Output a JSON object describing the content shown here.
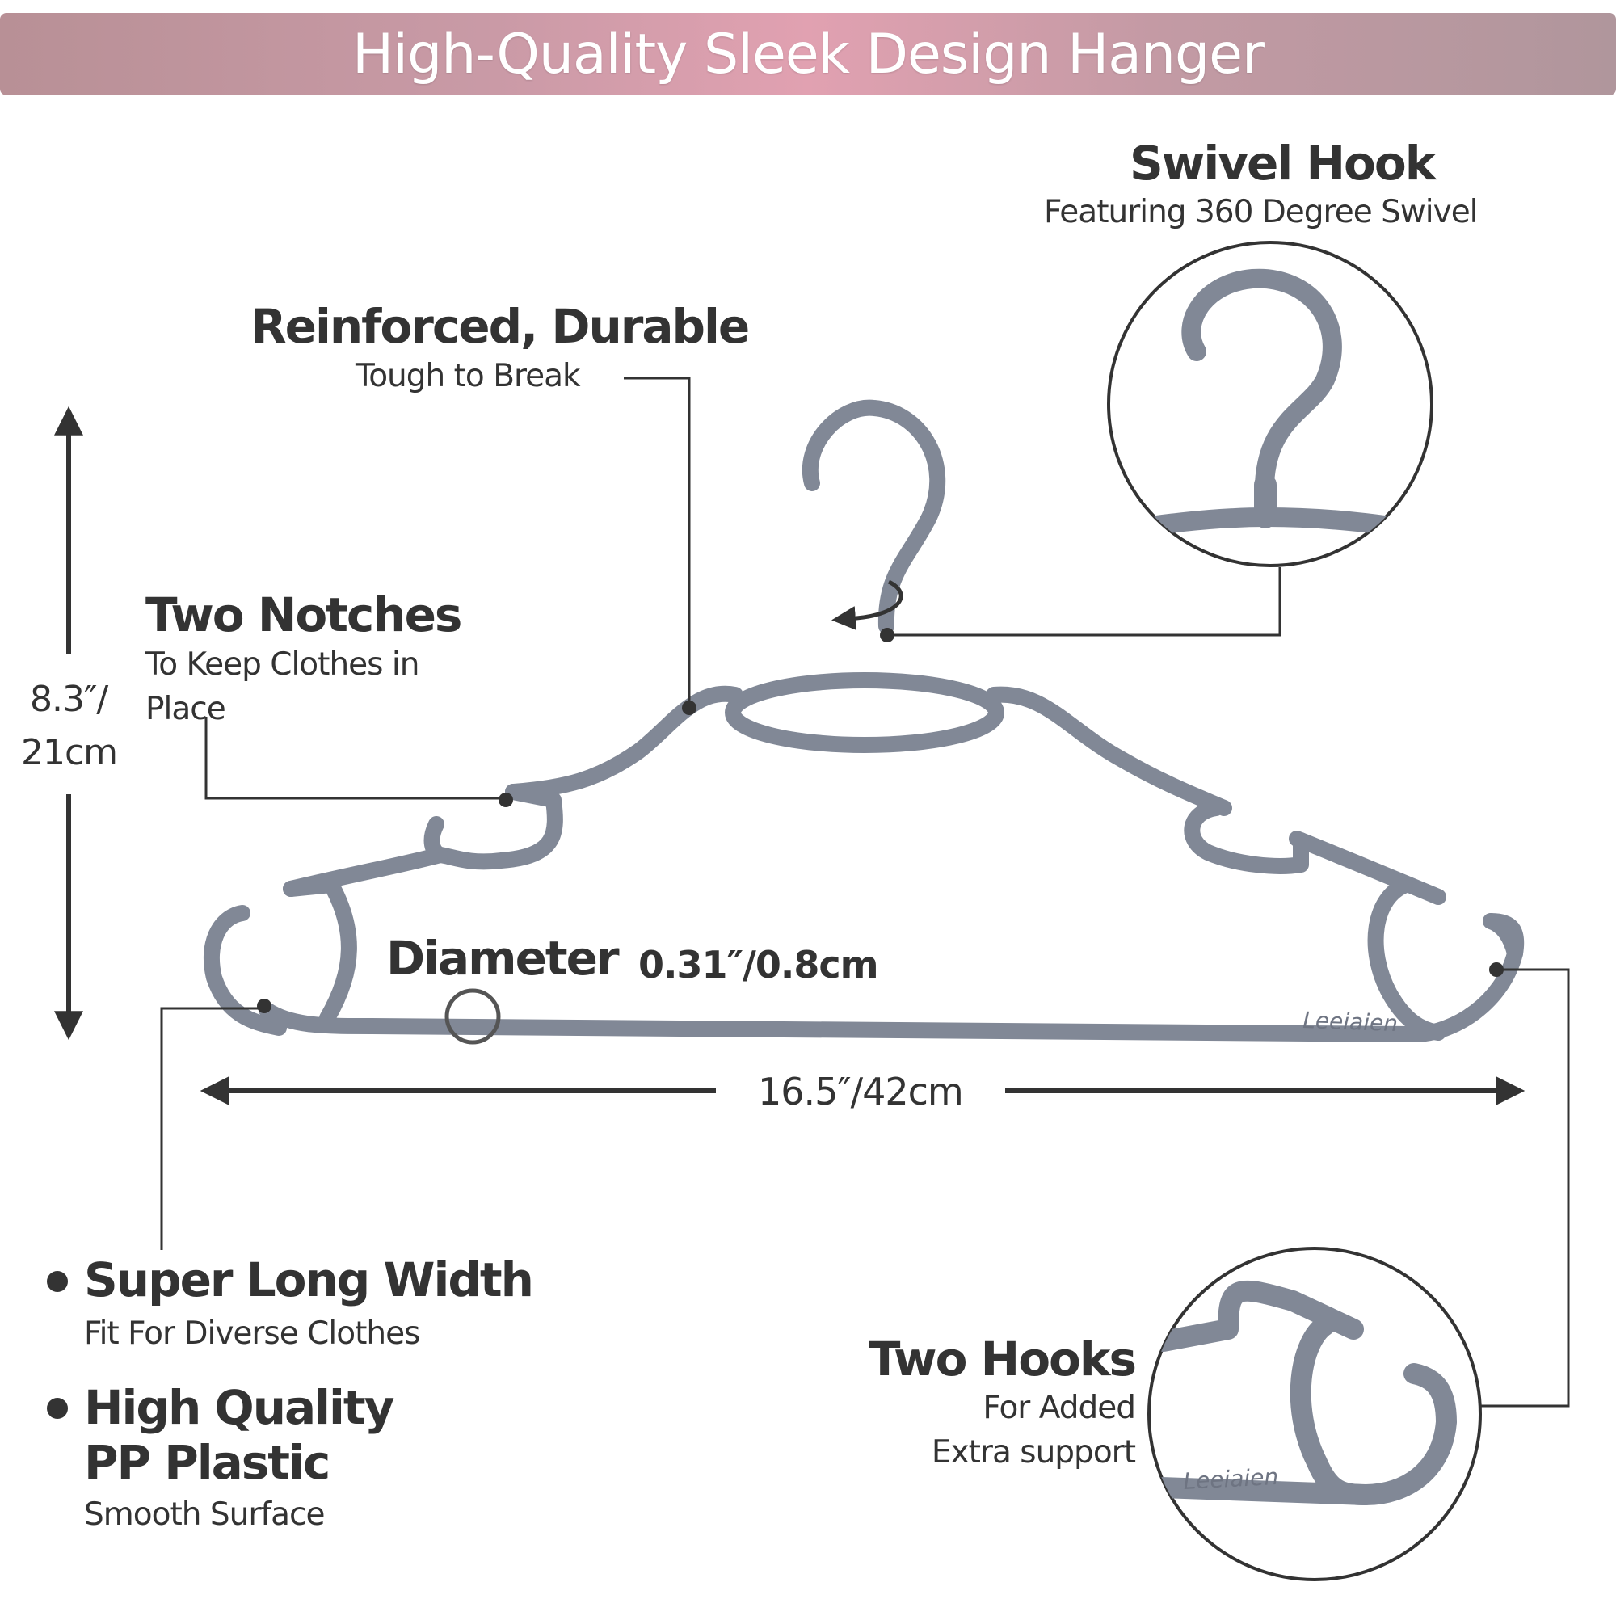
{
  "banner": {
    "title": "High-Quality Sleek Design Hanger"
  },
  "swivel_hook": {
    "title": "Swivel Hook",
    "subtitle": "Featuring 360 Degree Swivel"
  },
  "reinforced": {
    "title": "Reinforced, Durable",
    "subtitle": "Tough to Break"
  },
  "notches": {
    "title": "Two Notches",
    "subtitle_line1": "To Keep Clothes in",
    "subtitle_line2": "Place"
  },
  "height": {
    "line1": "8.3″/",
    "line2": "21cm"
  },
  "diameter": {
    "label": "Diameter",
    "value": "0.31″/0.8cm"
  },
  "width": {
    "value": "16.5″/42cm"
  },
  "features": {
    "long_width": {
      "title": "Super Long Width",
      "subtitle": "Fit For Diverse Clothes"
    },
    "pp_plastic": {
      "title_line1": "High Quality",
      "title_line2": "PP Plastic",
      "subtitle": "Smooth Surface"
    }
  },
  "two_hooks": {
    "title": "Two Hooks",
    "subtitle_line1": "For Added",
    "subtitle_line2": "Extra support"
  },
  "brand": {
    "logo": "Leeiaien"
  },
  "colors": {
    "hanger": "#818896",
    "hanger_light": "#9aa1ae",
    "ink": "#333333",
    "banner": "#d39aa8"
  }
}
